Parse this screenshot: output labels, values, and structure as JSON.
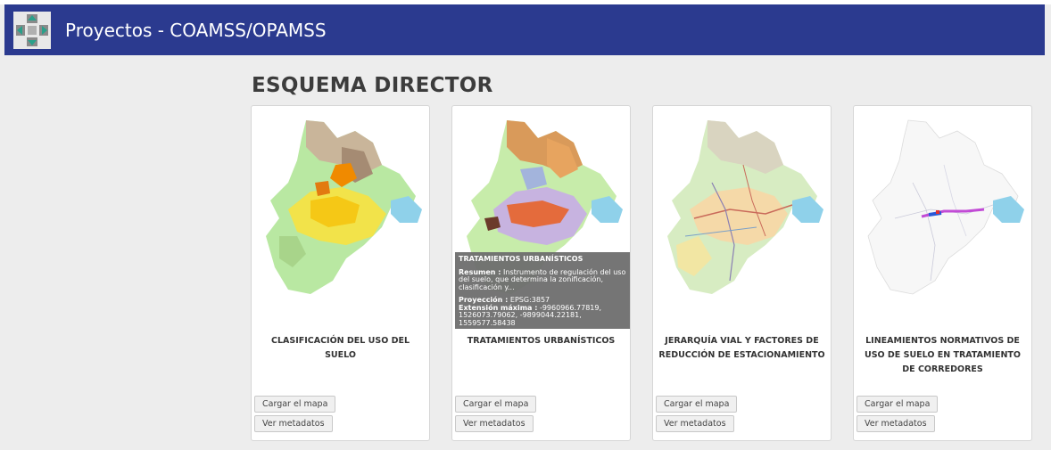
{
  "header": {
    "app_title": "Proyectos - COAMSS/OPAMSS",
    "logo": "opamss-logo-icon",
    "brand_color": "#2b3a8f"
  },
  "page": {
    "title": "ESQUEMA DIRECTOR"
  },
  "cards": [
    {
      "title": "CLASIFICACIÓN DEL USO DEL SUELO",
      "load_label": "Cargar el mapa",
      "meta_label": "Ver metadatos",
      "map_icon": "land-use-map-thumbnail"
    },
    {
      "title": "TRATAMIENTOS URBANÍSTICOS",
      "load_label": "Cargar el mapa",
      "meta_label": "Ver metadatos",
      "map_icon": "urban-treatment-map-thumbnail",
      "tooltip": {
        "heading": "TRATAMIENTOS URBANÍSTICOS",
        "summary_label": "Resumen :",
        "summary_text": "Instrumento de regulación del uso del suelo, que determina la zonificación, clasificación y...",
        "projection_label": "Proyección :",
        "projection_value": "EPSG:3857",
        "extent_label": "Extensión máxima :",
        "extent_value": "-9960966.77819, 1526073.79062, -9899044.22181, 1559577.58438"
      }
    },
    {
      "title": "JERARQUÍA VIAL Y FACTORES DE REDUCCIÓN DE ESTACIONAMIENTO",
      "load_label": "Cargar el mapa",
      "meta_label": "Ver metadatos",
      "map_icon": "road-hierarchy-map-thumbnail"
    },
    {
      "title": "LINEAMIENTOS NORMATIVOS DE USO DE SUELO EN TRATAMIENTO DE CORREDORES",
      "load_label": "Cargar el mapa",
      "meta_label": "Ver metadatos",
      "map_icon": "corridor-guidelines-map-thumbnail"
    }
  ]
}
